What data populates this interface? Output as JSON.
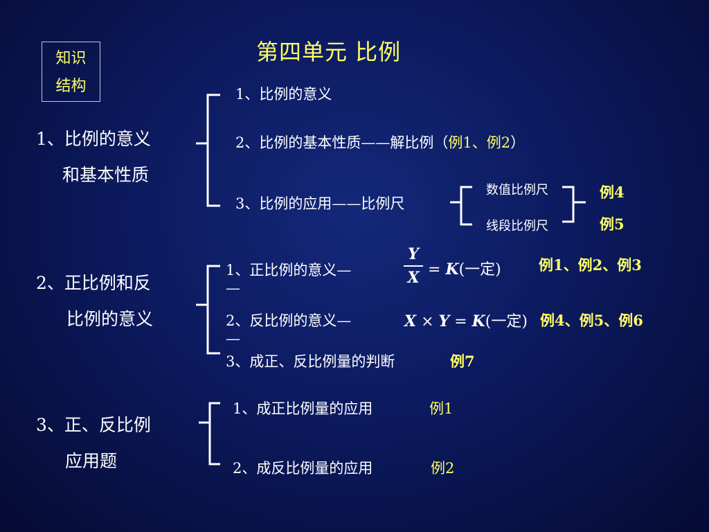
{
  "title": "第四单元  比例",
  "knowledge_box": {
    "line1": "知识",
    "line2": "结构"
  },
  "section1": {
    "label_line1": "1、比例的意义",
    "label_line2": "和基本性质",
    "items": [
      {
        "text": "1、比例的意义"
      },
      {
        "text": "2、比例的基本性质——解比例（",
        "examples": "例1、例2",
        "close": "）"
      },
      {
        "text": "3、比例的应用——比例尺"
      }
    ],
    "sub": {
      "item1": "数值比例尺",
      "item2": "线段比例尺",
      "ex1": "例4",
      "ex2": "例5"
    }
  },
  "section2": {
    "label_line1": "2、正比例和反",
    "label_line2": "比例的意义",
    "items": [
      {
        "text": "1、正比例的意义—",
        "cont": "—",
        "formula": {
          "num": "Y",
          "den": "X",
          "eq": "=",
          "k": "K",
          "tail": "(一定)"
        },
        "examples": "例1、例2、例3"
      },
      {
        "text": "2、反比例的意义—",
        "cont": "—",
        "formula": {
          "x": "X",
          "times": "×",
          "y": "Y",
          "eq": "=",
          "k": "K",
          "tail": "(一定)"
        },
        "examples": "例4、例5、例6"
      },
      {
        "text": "3、成正、反比例量的判断",
        "examples": "例7"
      }
    ]
  },
  "section3": {
    "label_line1": "3、正、反比例",
    "label_line2": "应用题",
    "items": [
      {
        "text": "1、成正比例量的应用",
        "examples": "例1"
      },
      {
        "text": "2、成反比例量的应用",
        "examples": "例2"
      }
    ]
  }
}
